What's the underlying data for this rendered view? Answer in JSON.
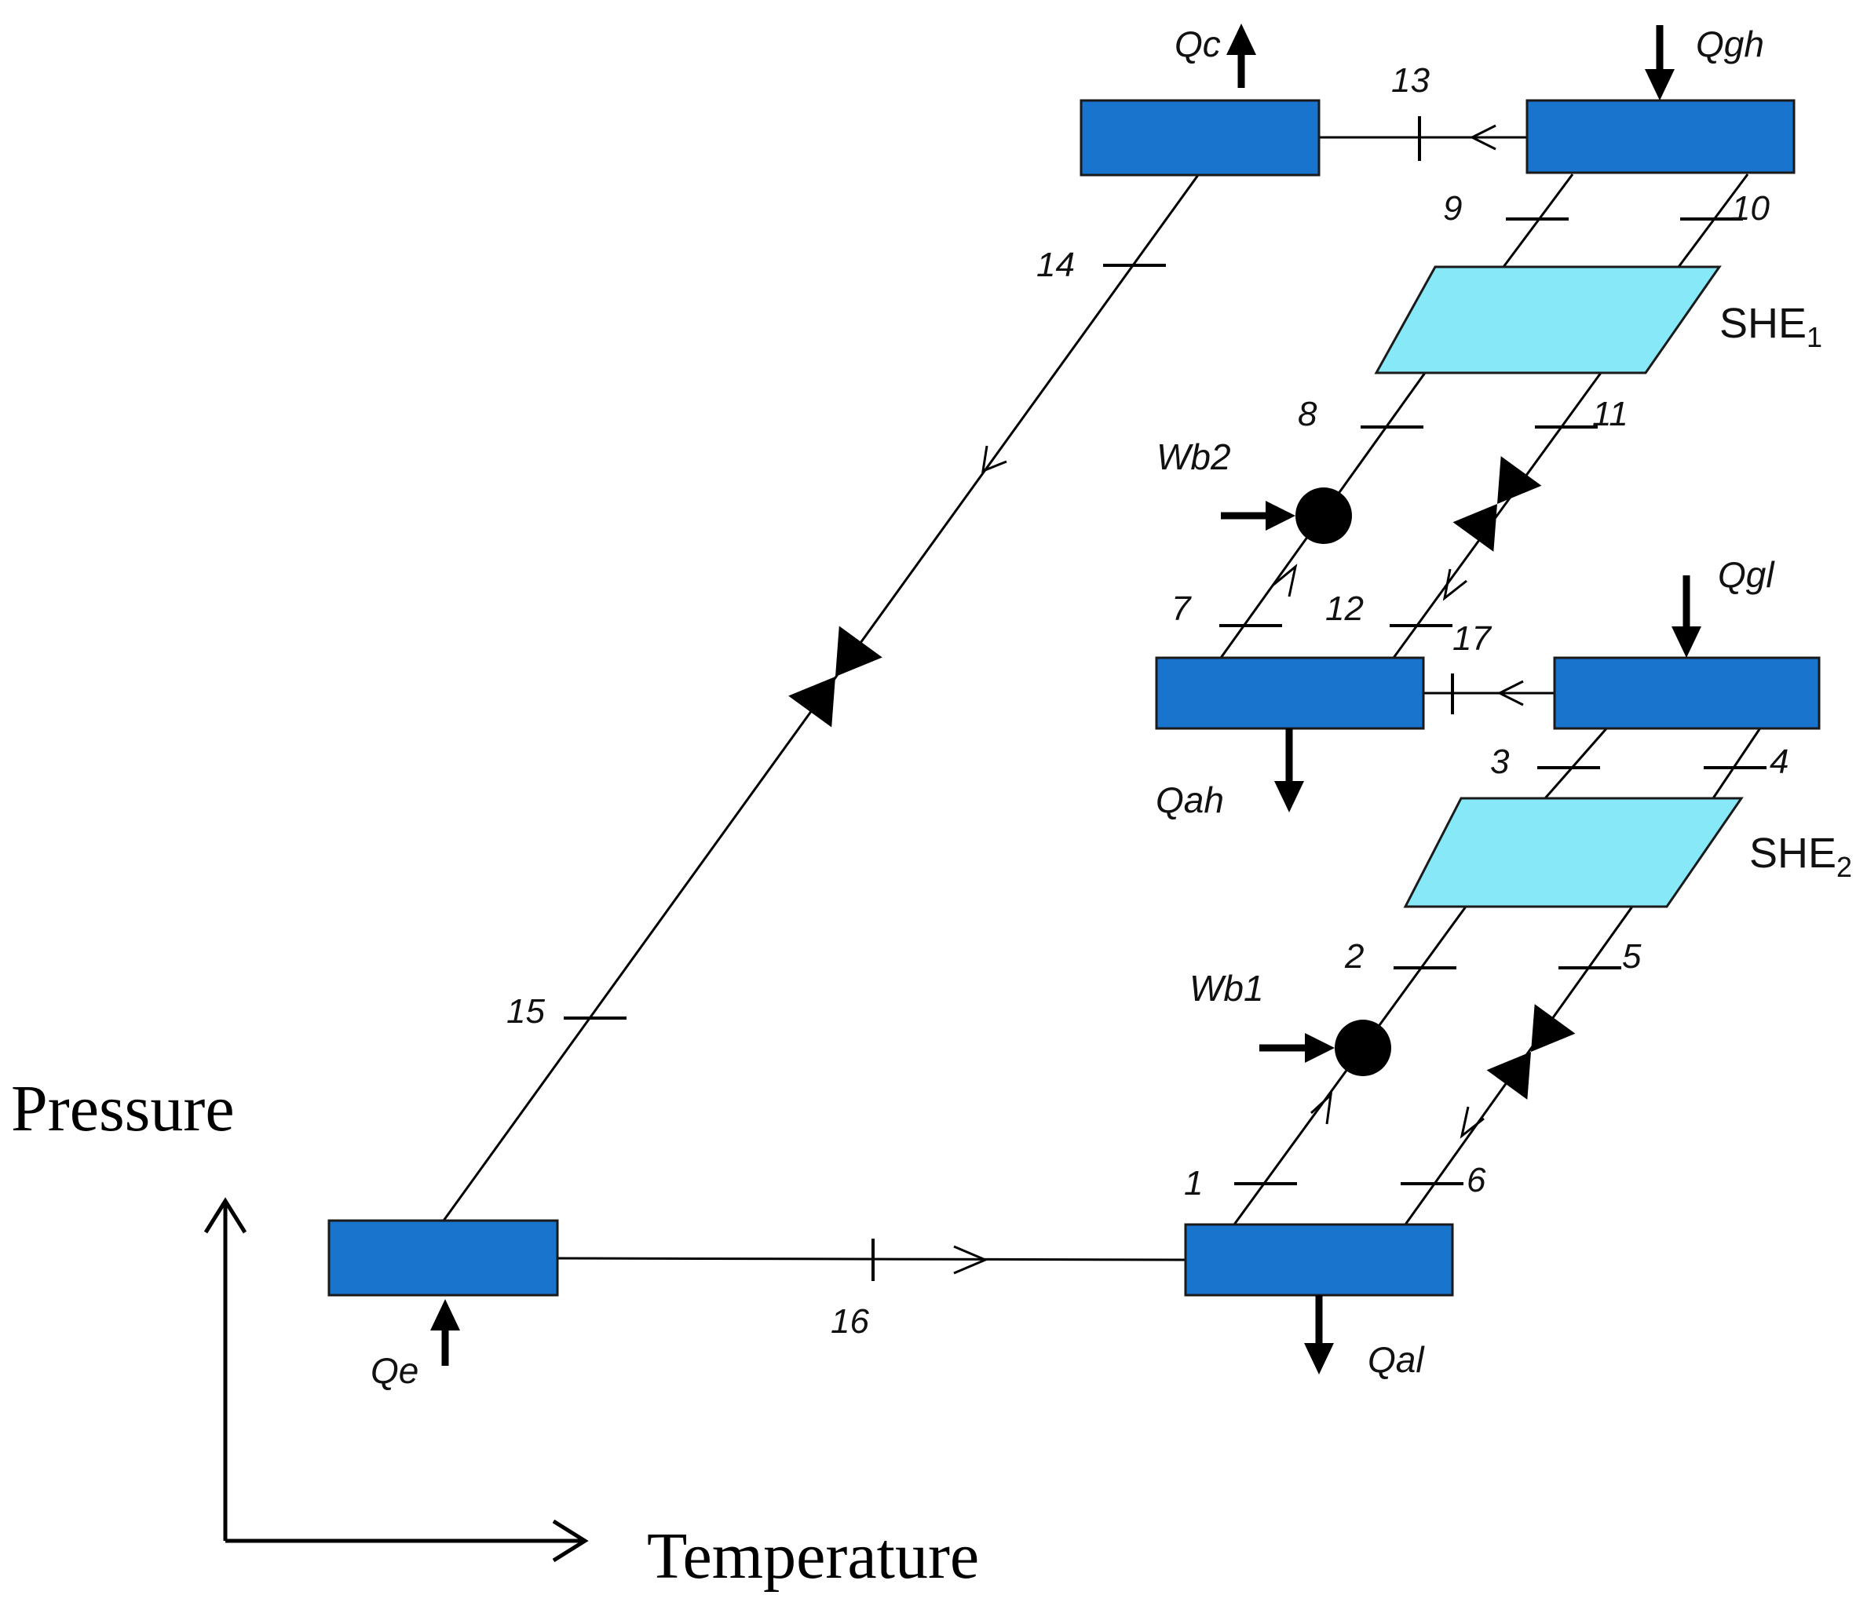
{
  "axes": {
    "y_label": "Pressure",
    "x_label": "Temperature"
  },
  "heat_exchangers": [
    {
      "name": "SHE",
      "subscript": "1"
    },
    {
      "name": "SHE",
      "subscript": "2"
    }
  ],
  "heat_flows": [
    "Qc",
    "Qgh",
    "Qgl",
    "Qah",
    "Qe",
    "Qal"
  ],
  "work_inputs": [
    "Wb2",
    "Wb1"
  ],
  "state_points": [
    "1",
    "2",
    "3",
    "4",
    "5",
    "6",
    "7",
    "8",
    "9",
    "10",
    "11",
    "12",
    "13",
    "14",
    "15",
    "16",
    "17"
  ]
}
